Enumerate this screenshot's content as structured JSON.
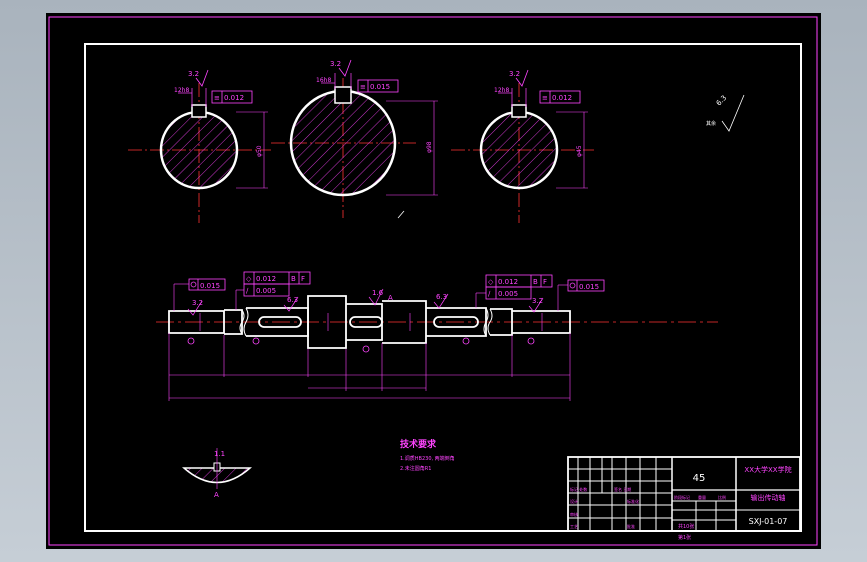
{
  "drawing": {
    "material": "45",
    "school": "XX大学XX学院",
    "part_name": "输出传动轴",
    "drawing_number": "SXJ-01-07",
    "sheet_count": "共10张",
    "sheet_index": "第1张",
    "tech_requirements": {
      "title": "技术要求",
      "lines": [
        "1.调质HB230, 两端倒角",
        "2.未注圆角R1"
      ]
    },
    "surface_finish_general": "6.3",
    "section_a_label": "A",
    "section_a_roughness": "1.1",
    "sections": [
      {
        "key_width": "12h8",
        "roughness": "3.2",
        "tolerance": "0.012",
        "dia": "φ50"
      },
      {
        "key_width": "16h8",
        "roughness": "3.2",
        "tolerance": "0.015",
        "dia": "φ98"
      },
      {
        "key_width": "12h8",
        "roughness": "3.2",
        "tolerance": "0.012",
        "dia": "φ45"
      }
    ],
    "gdt": {
      "left_circ": "0.015",
      "left_sym": "0.012",
      "left_sym_datum": "B",
      "left_sym_datum2": "F",
      "left_run": "0.005",
      "mid_roughness": "1.6",
      "mid_datum": "A",
      "right_sym": "0.012",
      "right_sym_datum": "B",
      "right_sym_datum2": "F",
      "right_run": "0.005",
      "right_circ": "0.015",
      "roughness_1": "3.2",
      "roughness_2": "6.3",
      "roughness_3": "6.3",
      "roughness_4": "3.2"
    }
  }
}
